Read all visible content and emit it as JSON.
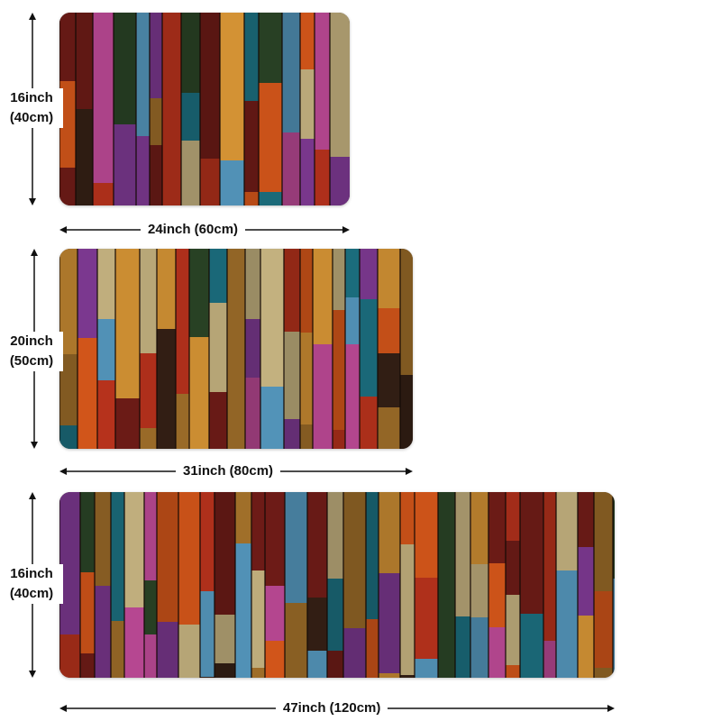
{
  "mats": [
    {
      "height_label_1": "16inch",
      "height_label_2": "(40cm)",
      "width_label": "24inch (60cm)"
    },
    {
      "height_label_1": "20inch",
      "height_label_2": "(50cm)",
      "width_label": "31inch (80cm)"
    },
    {
      "height_label_1": "16inch",
      "height_label_2": "(40cm)",
      "width_label": "47inch (120cm)"
    }
  ],
  "palette": [
    "#1f7a8c",
    "#e8a13a",
    "#c8371f",
    "#8a3fa0",
    "#3b2418",
    "#b07a2e",
    "#5aa0c8",
    "#e95f1d",
    "#d4c08a",
    "#2e4a2a",
    "#c94fa0",
    "#7a1f1a"
  ],
  "arrow_color": "#111111"
}
